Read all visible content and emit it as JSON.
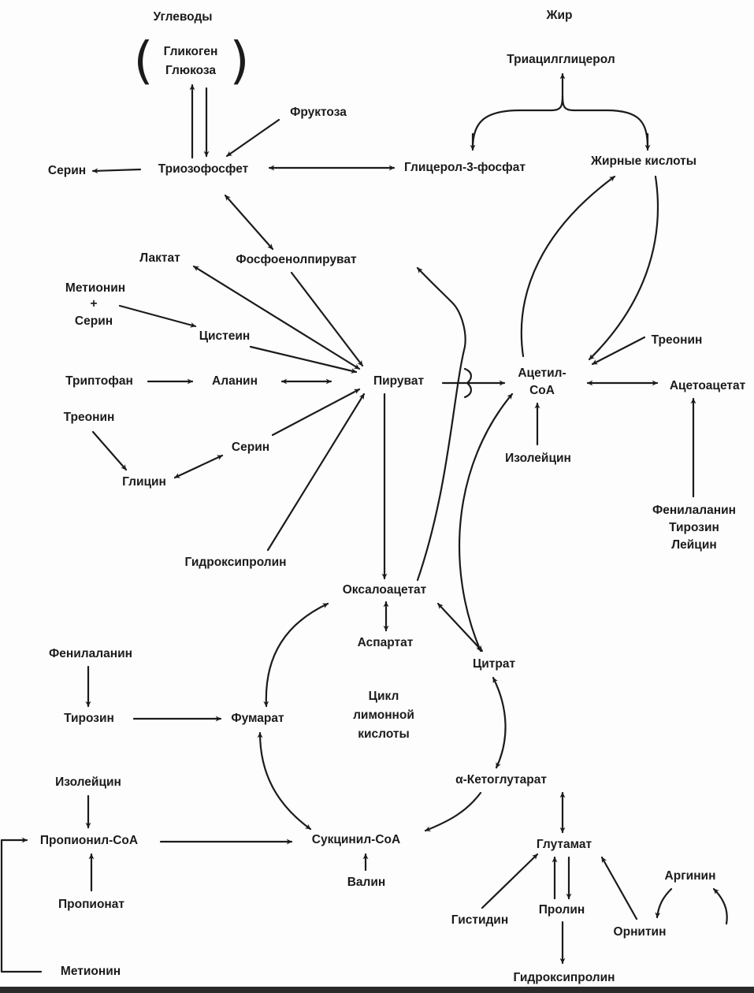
{
  "headers": {
    "carbs": "Углеводы",
    "fat": "Жир"
  },
  "nodes": {
    "glycogen": "Гликоген",
    "glucose": "Глюкоза",
    "fructose": "Фруктоза",
    "serine_top": "Серин",
    "triose_phosphate": "Триозофосфет",
    "glycerol_3_phosphate": "Глицерол-3-фосфат",
    "triacylglycerol": "Триацилглицерол",
    "fatty_acids": "Жирные кислоты",
    "lactate": "Лактат",
    "pep": "Фосфоенолпируват",
    "methionine": "Метионин",
    "plus": "+",
    "serine_met": "Серин",
    "cysteine": "Цистеин",
    "tryptophan": "Триптофан",
    "alanine": "Аланин",
    "pyruvate": "Пируват",
    "acetyl_1": "Ацетил-",
    "acetyl_2": "CoA",
    "threonine_right": "Треонин",
    "acetoacetate": "Ацетоацетат",
    "isoleucine_top": "Изолейцин",
    "threonine_left": "Треонин",
    "serine_mid": "Серин",
    "glycine": "Глицин",
    "phe_right": "Фенилаланин",
    "tyr_right": "Тирозин",
    "leu_right": "Лейцин",
    "hydroxyproline_top": "Гидроксипролин",
    "oxaloacetate": "Оксалоацетат",
    "aspartate": "Аспартат",
    "citrate": "Цитрат",
    "phe_left": "Фенилаланин",
    "tyrosine": "Тирозин",
    "fumarate": "Фумарат",
    "cycle_1": "Цикл",
    "cycle_2": "лимонной",
    "cycle_3": "кислоты",
    "ketoglutarate": "α-Кетоглутарат",
    "isoleucine_bottom": "Изолейцин",
    "propionyl_coa": "Пропионил-CoA",
    "succinyl_coa": "Сукцинил-CoA",
    "glutamate": "Глутамат",
    "arginine": "Аргинин",
    "valine": "Валин",
    "propionate": "Пропионат",
    "histidine": "Гистидин",
    "proline": "Пролин",
    "ornithine": "Орнитин",
    "methionine_bottom": "Метионин",
    "hydroxyproline_bottom": "Гидроксипролин"
  },
  "colors": {
    "ink": "#1b1b1b",
    "background": "#fdfdfd"
  }
}
